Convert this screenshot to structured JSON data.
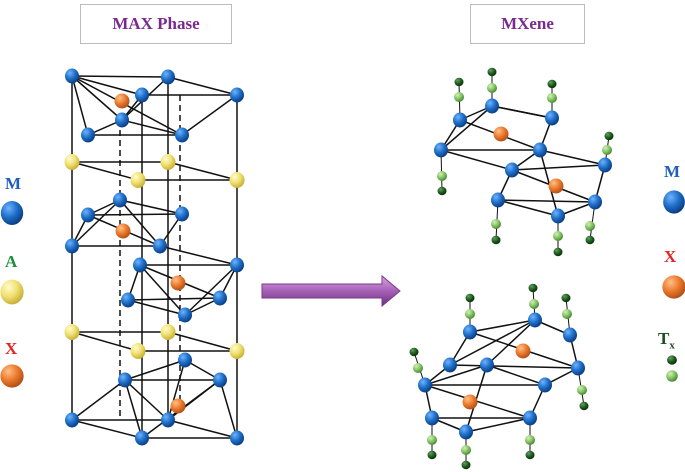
{
  "titles": {
    "left": "MAX Phase",
    "right": "MXene"
  },
  "legend_left": [
    {
      "label": "M",
      "color": "#1f5fb8"
    },
    {
      "label": "A",
      "color": "#1a8f3c"
    },
    {
      "label": "X",
      "color": "#e22424"
    }
  ],
  "legend_right": [
    {
      "label": "M",
      "color": "#1f5fb8"
    },
    {
      "label": "X",
      "color": "#e22424"
    },
    {
      "label": "T",
      "subscript": "x",
      "color": "#1e4d1e"
    }
  ],
  "colors": {
    "M": "#1e6fc8",
    "A": "#f0e070",
    "X": "#ec7a2c",
    "T_dark": "#1d5a1d",
    "T_light": "#7fc060",
    "arrow": "#b070c0",
    "bond": "#111111"
  }
}
